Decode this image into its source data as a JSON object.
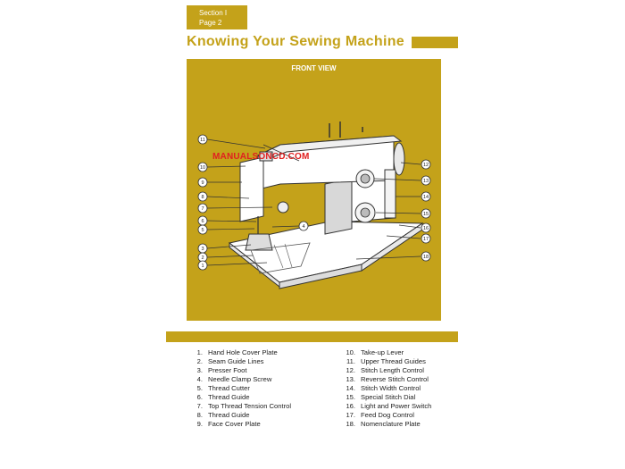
{
  "section": {
    "line1": "Section  I",
    "line2": "Page 2"
  },
  "title": "Knowing Your Sewing Machine",
  "figure": {
    "caption": "FRONT VIEW",
    "watermark": "MANUALSONCD.COM"
  },
  "callouts": {
    "c1": "1",
    "c2": "2",
    "c3": "3",
    "c4": "4",
    "c5": "5",
    "c6": "6",
    "c7": "7",
    "c8": "8",
    "c9": "9",
    "c10": "10",
    "c11": "11",
    "c12": "12",
    "c13": "13",
    "c14": "14",
    "c15": "15",
    "c16": "16",
    "c17": "17",
    "c18": "18"
  },
  "legend": {
    "left": [
      {
        "num": "1.",
        "label": "Hand Hole Cover Plate"
      },
      {
        "num": "2.",
        "label": "Seam Guide Lines"
      },
      {
        "num": "3.",
        "label": "Presser Foot"
      },
      {
        "num": "4.",
        "label": "Needle Clamp Screw"
      },
      {
        "num": "5.",
        "label": "Thread Cutter"
      },
      {
        "num": "6.",
        "label": "Thread Guide"
      },
      {
        "num": "7.",
        "label": "Top Thread Tension Control"
      },
      {
        "num": "8.",
        "label": "Thread Guide"
      },
      {
        "num": "9.",
        "label": "Face Cover Plate"
      }
    ],
    "right": [
      {
        "num": "10.",
        "label": "Take-up Lever"
      },
      {
        "num": "11.",
        "label": "Upper Thread Guides"
      },
      {
        "num": "12.",
        "label": "Stitch Length Control"
      },
      {
        "num": "13.",
        "label": "Reverse Stitch Control"
      },
      {
        "num": "14.",
        "label": "Stitch Width Control"
      },
      {
        "num": "15.",
        "label": "Special Stitch Dial"
      },
      {
        "num": "16.",
        "label": "Light and Power Switch"
      },
      {
        "num": "17.",
        "label": "Feed Dog Control"
      },
      {
        "num": "18.",
        "label": "Nomenclature Plate"
      }
    ]
  }
}
